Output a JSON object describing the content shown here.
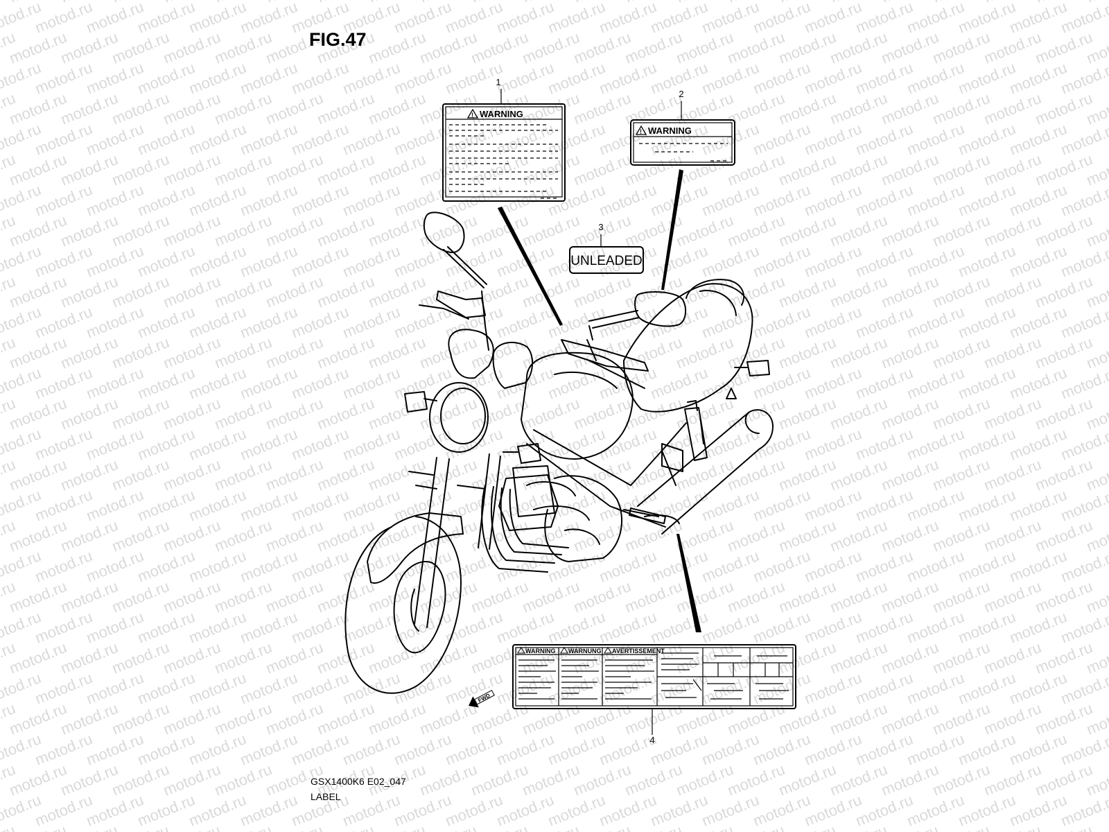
{
  "figure": {
    "title": "FIG.47",
    "code": "GSX1400K6 E02_047",
    "caption": "LABEL",
    "watermark": "motod.ru"
  },
  "parts": [
    {
      "number": "1"
    },
    {
      "number": "2"
    },
    {
      "number": "3",
      "text": "UNLEADED"
    },
    {
      "number": "4"
    }
  ],
  "labels": {
    "warning": "WARNING",
    "warnung": "WARNUNG",
    "avertissement": "AVERTISSEMENT"
  },
  "direction": "FWD"
}
